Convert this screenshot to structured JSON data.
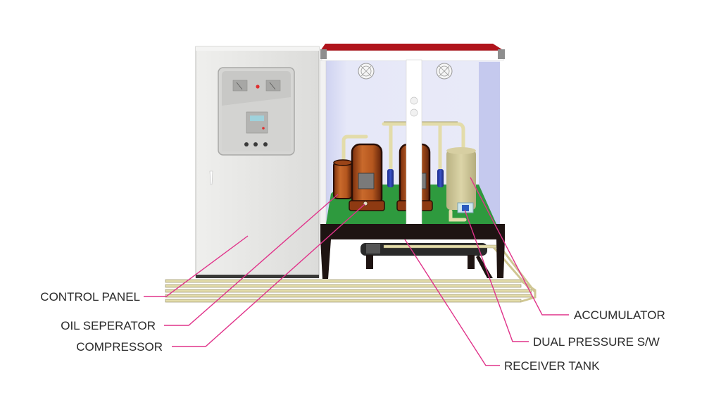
{
  "diagram": {
    "type": "labeled-equipment-illustration",
    "subject": "Refrigeration condensing unit with control panel",
    "colors": {
      "leader_line": "#e0338a",
      "roof": "#b0141c",
      "base_plate": "#2e9a3e",
      "compressor": "#b4561e",
      "accumulator": "#cfc79a",
      "pipe": "#e3dcaa",
      "frame": "#1e1412",
      "cabinet": "#e3e3e1",
      "enclosure_glass": "#dcdff5"
    },
    "labels_left": [
      {
        "id": "control-panel",
        "text": "CONTROL PANEL"
      },
      {
        "id": "oil-separator",
        "text": "OIL SEPERATOR"
      },
      {
        "id": "compressor",
        "text": "COMPRESSOR"
      }
    ],
    "labels_right": [
      {
        "id": "accumulator",
        "text": "ACCUMULATOR"
      },
      {
        "id": "dual-pressure-switch",
        "text": "DUAL PRESSURE S/W"
      },
      {
        "id": "receiver-tank",
        "text": "RECEIVER TANK"
      }
    ]
  }
}
